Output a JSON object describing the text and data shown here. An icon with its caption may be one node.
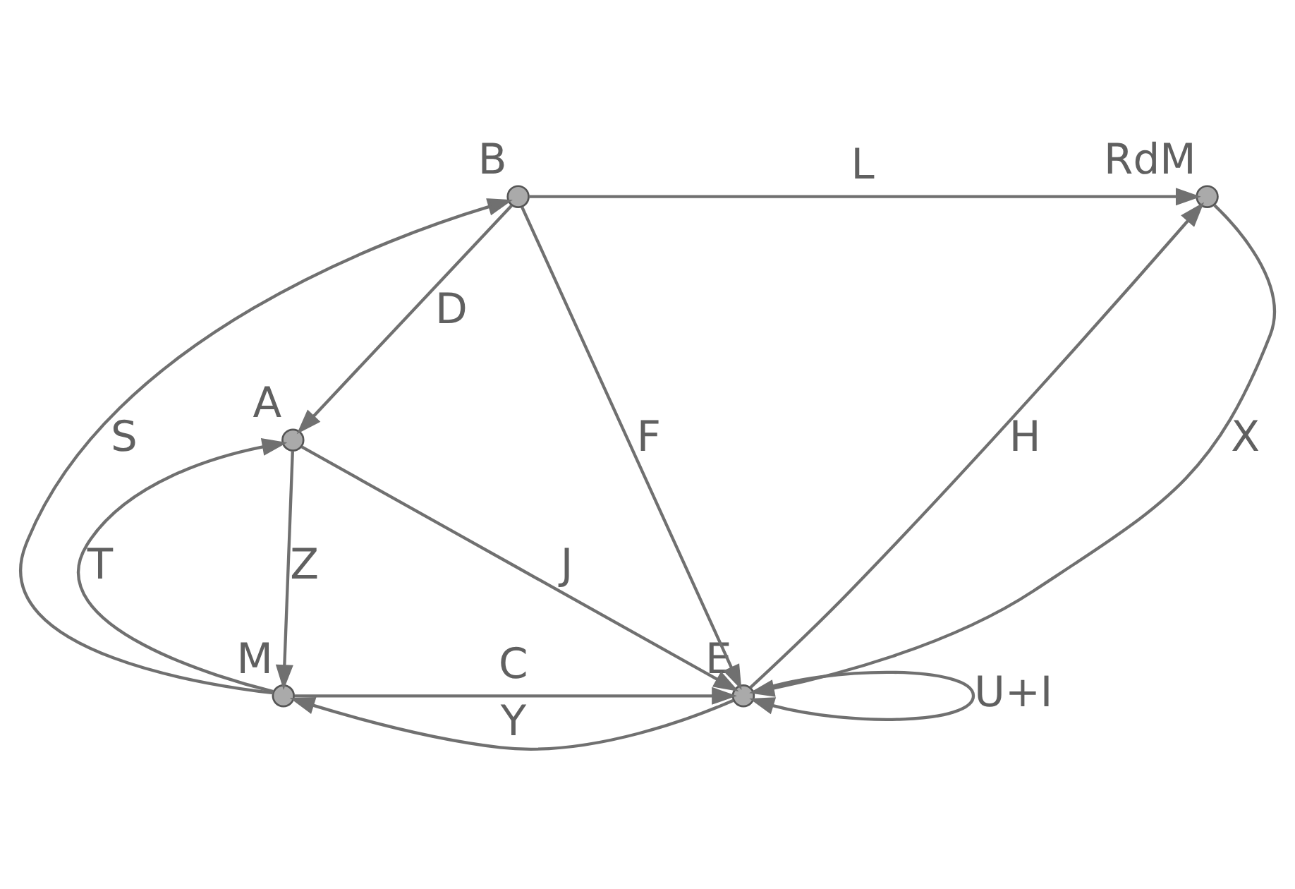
{
  "diagram": {
    "nodes": [
      {
        "text": [],
        "shape": "circle",
        "beside": [
          "B"
        ]
      },
      {
        "text": [],
        "shape": "circle",
        "beside": [
          "RdM"
        ]
      },
      {
        "text": [],
        "shape": "circle",
        "beside": [
          "A"
        ]
      },
      {
        "text": [],
        "shape": "circle",
        "beside": [
          "M"
        ]
      },
      {
        "text": [],
        "shape": "circle",
        "beside": [
          "E"
        ]
      }
    ],
    "edges": [
      {
        "from": 0,
        "to": 1,
        "arrow": "to",
        "label": "L"
      },
      {
        "from": 0,
        "to": 2,
        "arrow": "to",
        "label": "D"
      },
      {
        "from": 0,
        "to": 4,
        "arrow": "to",
        "label": "F"
      },
      {
        "from": 3,
        "to": 0,
        "arrow": "to",
        "label": "S"
      },
      {
        "from": 3,
        "to": 2,
        "arrow": "to",
        "label": "T"
      },
      {
        "from": 2,
        "to": 3,
        "arrow": "to",
        "label": "Z"
      },
      {
        "from": 2,
        "to": 4,
        "arrow": "to",
        "label": "J"
      },
      {
        "from": 3,
        "to": 4,
        "arrow": "to",
        "label": "C"
      },
      {
        "from": 4,
        "to": 3,
        "arrow": "to",
        "label": "Y"
      },
      {
        "from": 4,
        "to": 1,
        "arrow": "to",
        "label": "H"
      },
      {
        "from": 1,
        "to": 4,
        "arrow": "to",
        "label": "X"
      },
      {
        "from": 4,
        "to": 4,
        "arrow": "to",
        "label": "U+I"
      }
    ]
  }
}
